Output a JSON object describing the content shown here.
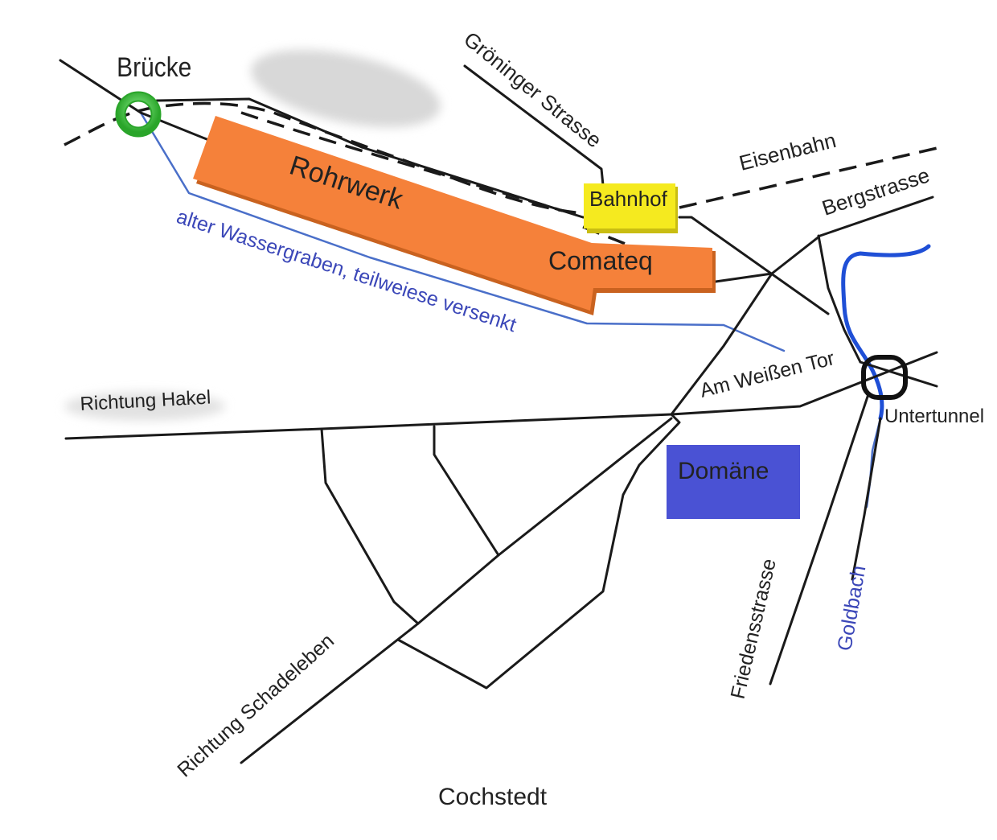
{
  "labels": {
    "bridge": "Brücke",
    "groeninger": "Gröninger Strasse",
    "eisenbahn": "Eisenbahn",
    "bergstrasse": "Bergstrasse",
    "bahnhof": "Bahnhof",
    "rohrwerk": "Rohrwerk",
    "comateq": "Comateq",
    "wassergraben": "alter Wassergraben, teilweiese versenkt",
    "weissen_tor": "Am Weißen Tor",
    "untertunnel": "Untertunnel",
    "hakel": "Richtung Hakel",
    "domaene": "Domäne",
    "friedensstrasse": "Friedensstrasse",
    "goldbach": "Goldbach",
    "schadeleben": "Richtung Schadeleben",
    "cochstedt": "Cochstedt"
  },
  "colors": {
    "rohrwerk": "#f5813a",
    "bahnhof": "#f5ea1f",
    "domaene": "#4a52d4",
    "bridge_marker": "#3cc43c",
    "water": "#4a6fc9"
  },
  "icons": {
    "bridge": "green-ring-marker",
    "tunnel": "black-ring-marker"
  }
}
